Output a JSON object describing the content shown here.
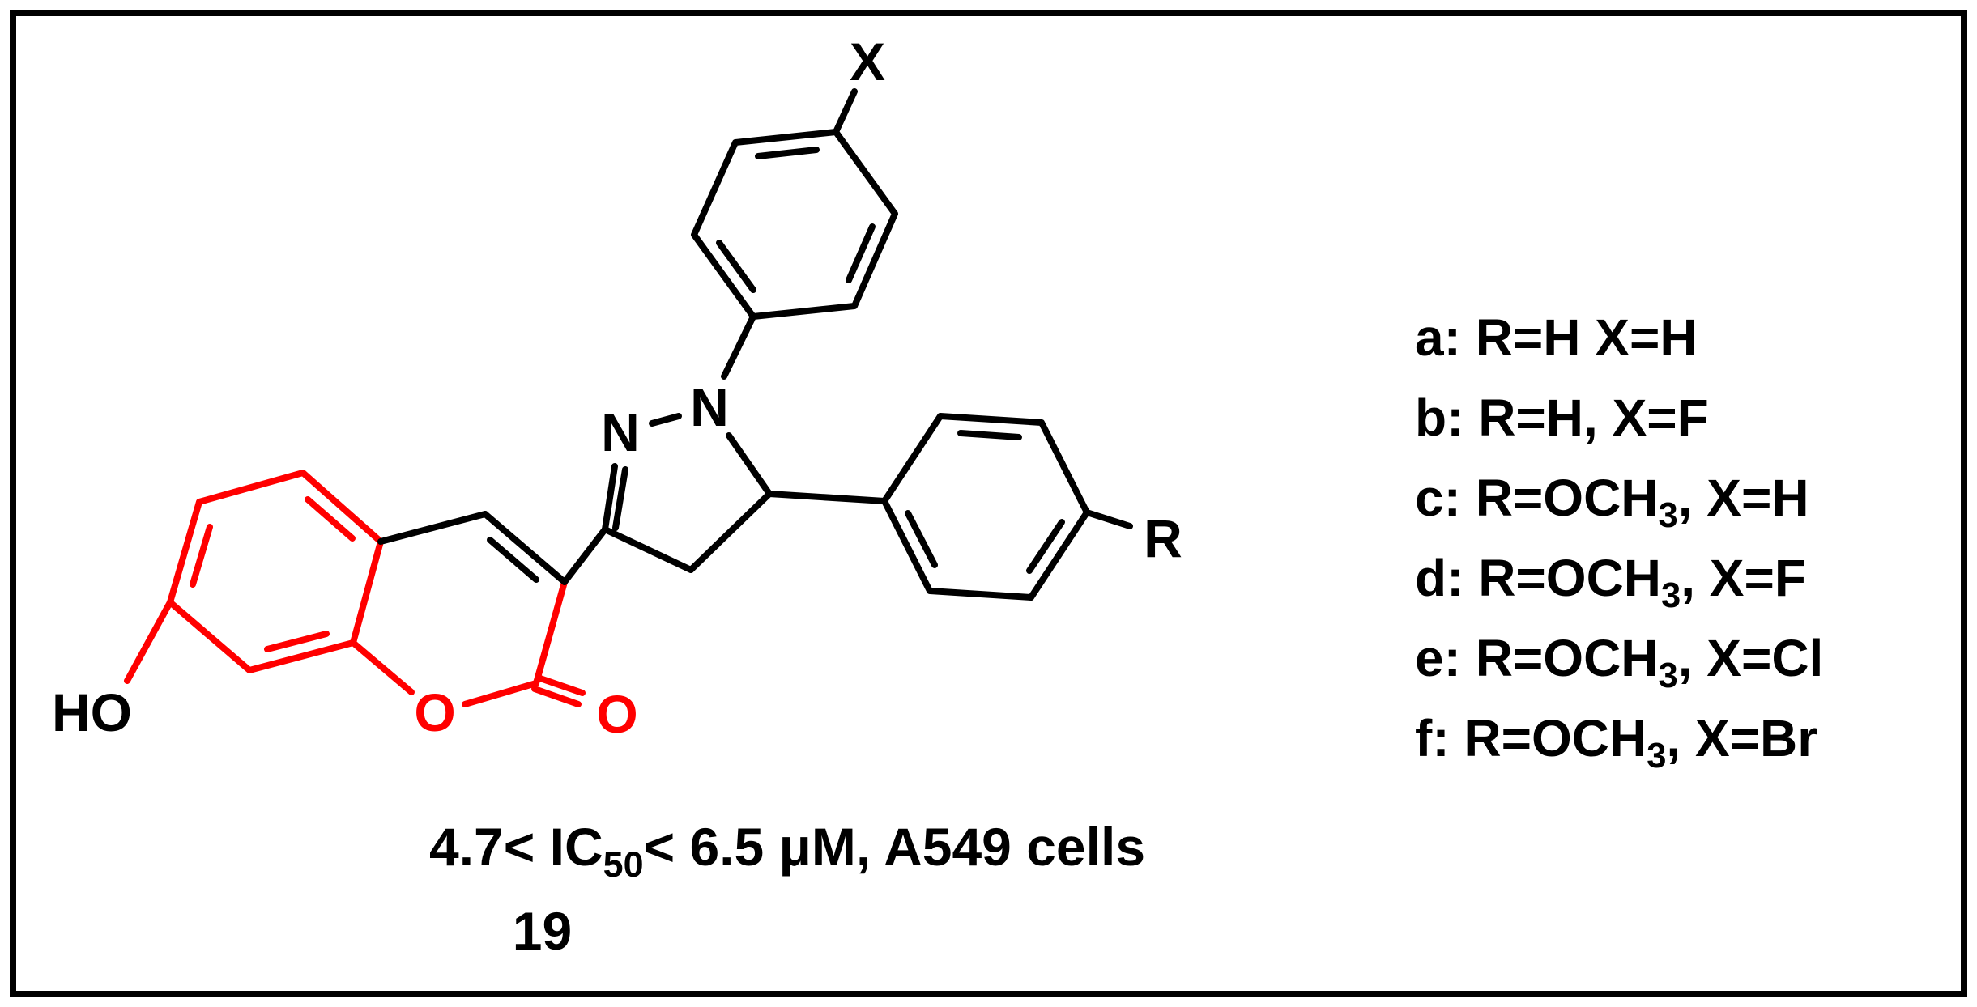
{
  "figure": {
    "compound_number": "19",
    "activity": {
      "pre": "4.7< IC",
      "sub": "50",
      "post": "< 6.5 μM, A549 cells"
    },
    "legend": [
      {
        "pre": "a: R=H X=H",
        "sub": "",
        "post": ""
      },
      {
        "pre": "b: R=H, X=F",
        "sub": "",
        "post": ""
      },
      {
        "pre": "c: R=OCH",
        "sub": "3",
        "post": ", X=H"
      },
      {
        "pre": "d: R=OCH",
        "sub": "3",
        "post": ", X=F"
      },
      {
        "pre": "e: R=OCH",
        "sub": "3",
        "post": ", X=Cl"
      },
      {
        "pre": "f: R=OCH",
        "sub": "3",
        "post": ", X=Br"
      }
    ],
    "atom_labels": {
      "hydroxyl": "HO",
      "ring_oxygen": "O",
      "carbonyl_oxygen": "O",
      "pyrazoline_n1": "N",
      "pyrazoline_n2": "N",
      "substituent_x": "X",
      "substituent_r": "R"
    },
    "colors": {
      "coumarin_highlight": "#ff0000",
      "bond_black": "#000000"
    }
  }
}
